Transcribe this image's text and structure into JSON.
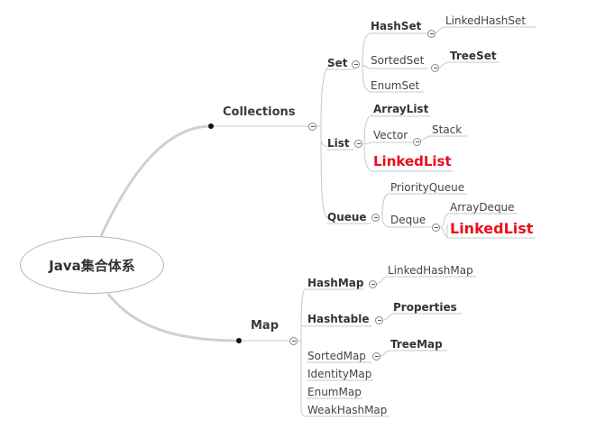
{
  "root": {
    "label": "Java集合体系"
  },
  "collections": {
    "label": "Collections",
    "set": {
      "label": "Set",
      "hashset": "HashSet",
      "linkedhashset": "LinkedHashSet",
      "sortedset": "SortedSet",
      "treeset": "TreeSet",
      "enumset": "EnumSet"
    },
    "list": {
      "label": "List",
      "arraylist": "ArrayList",
      "vector": "Vector",
      "stack": "Stack",
      "linkedlist": "LinkedList"
    },
    "queue": {
      "label": "Queue",
      "priorityqueue": "PriorityQueue",
      "deque": "Deque",
      "arraydeque": "ArrayDeque",
      "linkedlist": "LinkedList"
    }
  },
  "map": {
    "label": "Map",
    "hashmap": "HashMap",
    "linkedhashmap": "LinkedHashMap",
    "hashtable": "Hashtable",
    "properties": "Properties",
    "sortedmap": "SortedMap",
    "treemap": "TreeMap",
    "identitymap": "IdentityMap",
    "enummap": "EnumMap",
    "weakhashmap": "WeakHashMap"
  },
  "colors": {
    "highlight": "#e8101a",
    "line": "#c8c8c8",
    "text": "#444444"
  }
}
